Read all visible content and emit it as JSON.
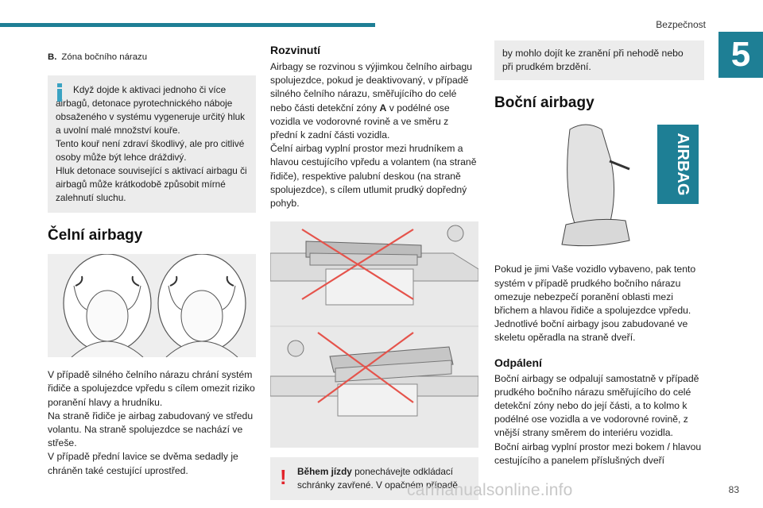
{
  "header": {
    "section_title": "Bezpečnost",
    "chapter_number": "5",
    "page_number": "83"
  },
  "col1": {
    "zone_letter": "B.",
    "zone_text": "Zóna bočního nárazu",
    "info_note": [
      "Když dojde k aktivaci jednoho či více airbagů, detonace pyrotechnického náboje obsaženého v systému vygeneruje určitý hluk a uvolní malé množství kouře.",
      "Tento kouř není zdraví škodlivý, ale pro citlivé osoby může být lehce dráždivý.",
      "Hluk detonace související s aktivací airbagu či airbagů může krátkodobě způsobit mírné zalehnutí sluchu."
    ],
    "heading": "Čelní airbagy",
    "body": [
      "V případě silného čelního nárazu chrání systém řidiče a spolujezdce vpředu s cílem omezit riziko poranění hlavy a hrudníku.",
      "Na straně řidiče je airbag zabudovaný ve středu volantu. Na straně spolujezdce se nachází ve střeše.",
      "V případě přední lavice se dvěma sedadly je chráněn také cestující uprostřed."
    ]
  },
  "col2": {
    "heading": "Rozvinutí",
    "body_1_before": "Airbagy se rozvinou s výjimkou čelního airbagu spolujezdce, pokud je deaktivovaný, v případě silného čelního nárazu, směřujícího do celé nebo části detekční zóny ",
    "body_1_bold": "A",
    "body_1_after": " v podélné ose vozidla ve vodorovné rovině a ve směru z přední k zadní části vozidla.",
    "body_2": "Čelní airbag vyplní prostor mezi hrudníkem a hlavou cestujícího vpředu a volantem (na straně řidiče), respektive palubní deskou (na straně spolujezdce), s cílem utlumit prudký dopředný pohyb.",
    "warning_bold": "Během jízdy",
    "warning_text": " ponechávejte odkládací schránky zavřené. V opačném případě"
  },
  "col3": {
    "cont_text": "by mohlo dojít ke zranění při nehodě nebo při prudkém brzdění.",
    "heading": "Boční airbagy",
    "airbag_label": "AIRBAG",
    "body": [
      "Pokud je jimi Vaše vozidlo vybaveno, pak tento systém v případě prudkého bočního nárazu omezuje nebezpečí poranění oblasti mezi břichem a hlavou řidiče a spolujezdce vpředu.",
      "Jednotlivé boční airbagy jsou zabudované ve skeletu opěradla na straně dveří."
    ],
    "subheading": "Odpálení",
    "body2": "Boční airbagy se odpalují samostatně v případě prudkého bočního nárazu směřujícího do celé detekční zóny nebo do její části, a to kolmo k podélné ose vozidla a ve vodorovné rovině, z vnější strany směrem do interiéru vozidla.",
    "body3": "Boční airbag vyplní prostor mezi bokem / hlavou cestujícího a panelem příslušných dveří"
  },
  "watermark": "carmanualsonline.info",
  "colors": {
    "accent": "#1e7f95",
    "info": "#3aa2c2",
    "warning": "#e2242b",
    "cross": "#e5534b"
  },
  "icons": [
    "info-icon",
    "warning-icon"
  ]
}
